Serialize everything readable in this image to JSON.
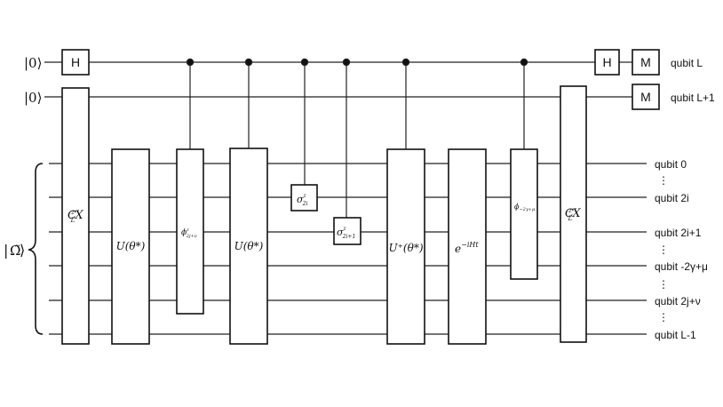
{
  "wire_labels": [
    {
      "id": "ql",
      "text": "qubit L"
    },
    {
      "id": "ql1",
      "text": "qubit L+1"
    },
    {
      "id": "q0",
      "text": "qubit 0"
    },
    {
      "id": "q2i",
      "text": "qubit 2i"
    },
    {
      "id": "q2i1",
      "text": "qubit 2i+1"
    },
    {
      "id": "qm2g",
      "text": "qubit -2γ+μ"
    },
    {
      "id": "q2j",
      "text": "qubit 2j+ν"
    },
    {
      "id": "qLm1",
      "text": "qubit L-1"
    }
  ],
  "kets": {
    "zero": "|0⟩",
    "omega_bar": "|",
    "omega_sym": "Ω̃",
    "omega_close": "⟩"
  },
  "gates": {
    "hadamard": "H",
    "measure": "M",
    "clx_base": "C",
    "clx_sub": "L",
    "clx_sup": "z",
    "clx_x": "X",
    "u_theta": "U(θ*)",
    "u_theta_plus": "U⁺(θ*)",
    "phi_a_base": "ϕ",
    "phi_a_sup": "z",
    "phi_a_sub": "2j+ν",
    "sigma_base": "σ",
    "sigma_sup": "z",
    "sigma_2i_sub": "2i",
    "sigma_2i1_sub": "2i+1",
    "exp_base": "e",
    "exp_sup": "−iHt",
    "phi_b_base": "ϕ",
    "phi_b_sub": "−2γ+μ"
  },
  "ellipsis": "⋮"
}
